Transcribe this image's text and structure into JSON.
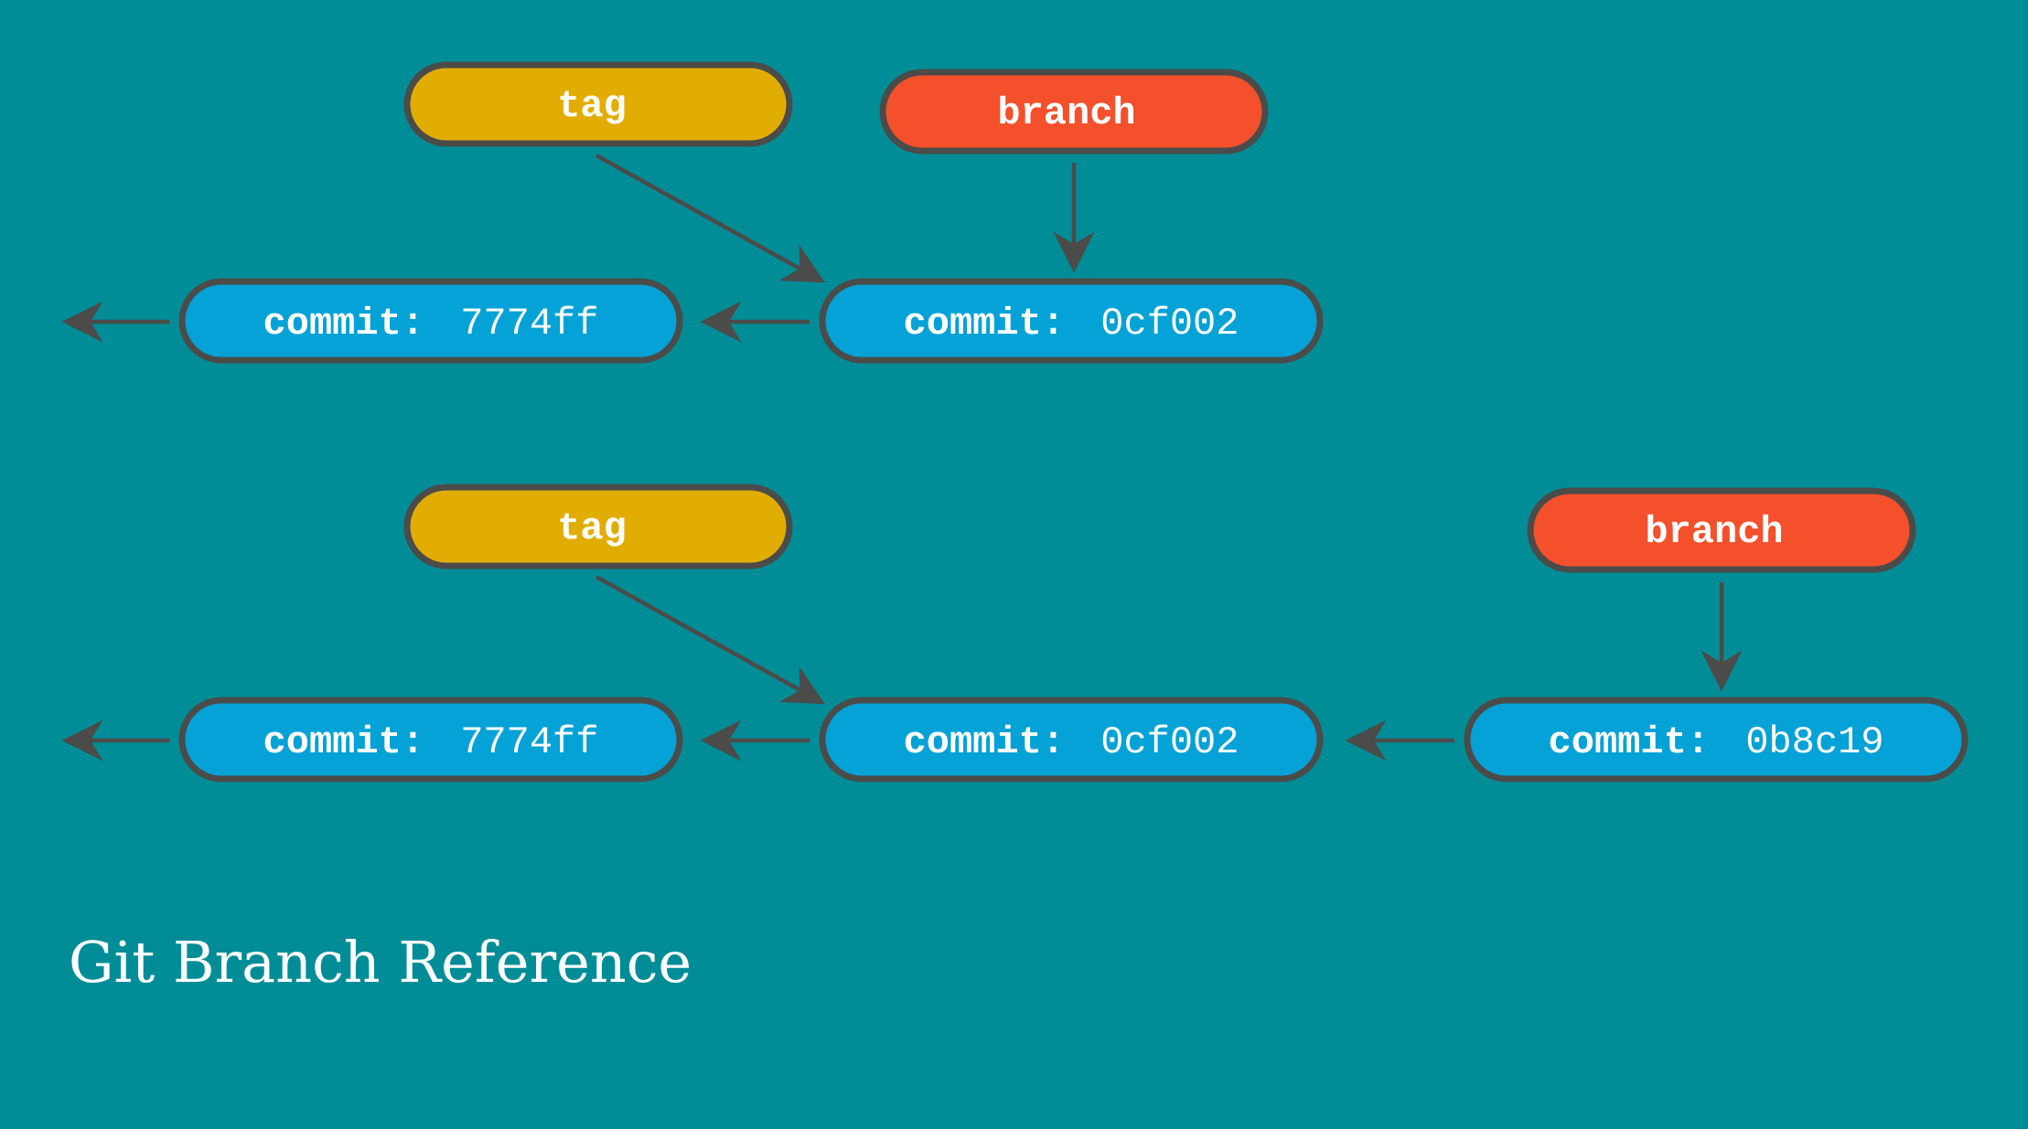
{
  "colors": {
    "background": "#008d97",
    "commit_fill": "#04a2d6",
    "tag_fill": "#e2ad03",
    "branch_fill": "#f4502c",
    "outline": "#4b4b49",
    "arrow": "#4b4b49",
    "text": "#ffffff"
  },
  "caption": "Git Branch Reference",
  "labels": {
    "tag": "tag",
    "branch": "branch",
    "commit_prefix": "commit:"
  },
  "diagrams": [
    {
      "tag_label": "tag",
      "branch_label": "branch",
      "commits": [
        "7774ff",
        "0cf002"
      ]
    },
    {
      "tag_label": "tag",
      "branch_label": "branch",
      "commits": [
        "7774ff",
        "0cf002",
        "0b8c19"
      ]
    }
  ]
}
